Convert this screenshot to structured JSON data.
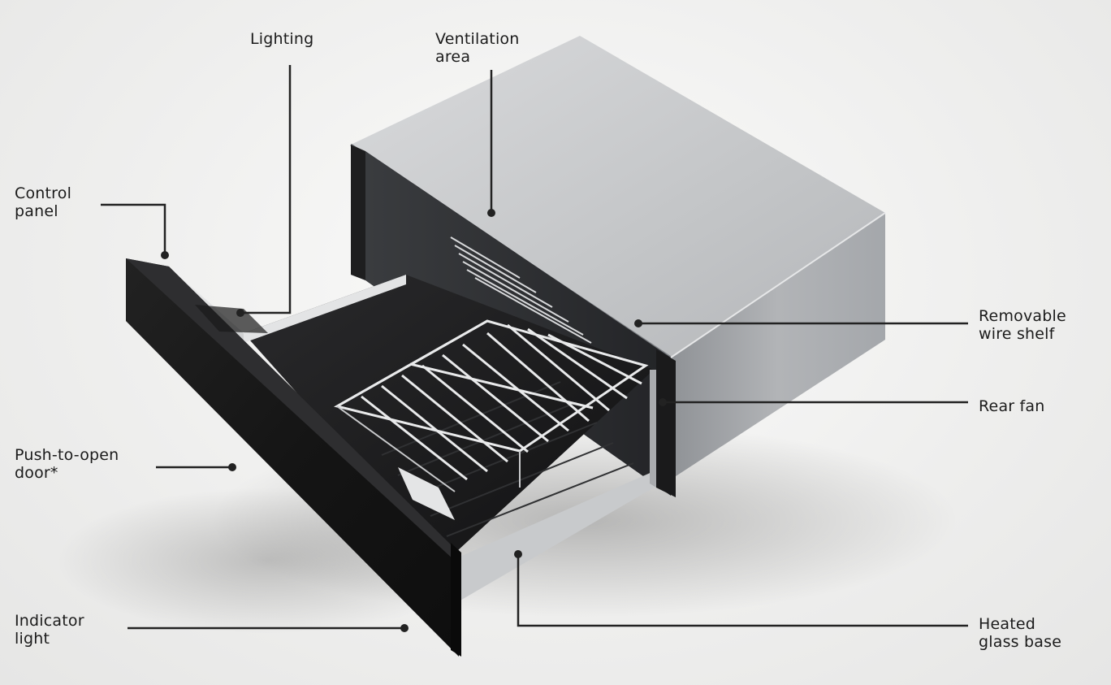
{
  "callouts": {
    "lighting": {
      "line1": "Lighting"
    },
    "ventilation": {
      "line1": "Ventilation",
      "line2": "area"
    },
    "control_panel": {
      "line1": "Control",
      "line2": "panel"
    },
    "removable_shelf": {
      "line1": "Removable",
      "line2": "wire shelf"
    },
    "rear_fan": {
      "line1": "Rear fan"
    },
    "push_door": {
      "line1": "Push-to-open",
      "line2": "door*"
    },
    "indicator": {
      "line1": "Indicator",
      "line2": "light"
    },
    "heated_base": {
      "line1": "Heated",
      "line2": "glass base"
    }
  },
  "colors": {
    "background": "#f0f0ef",
    "text": "#1b1b1b",
    "leader_line": "#222222",
    "drawer_front": "#141414",
    "cabinet_top": "#c4c6c8",
    "cabinet_side": "#9da0a4"
  }
}
